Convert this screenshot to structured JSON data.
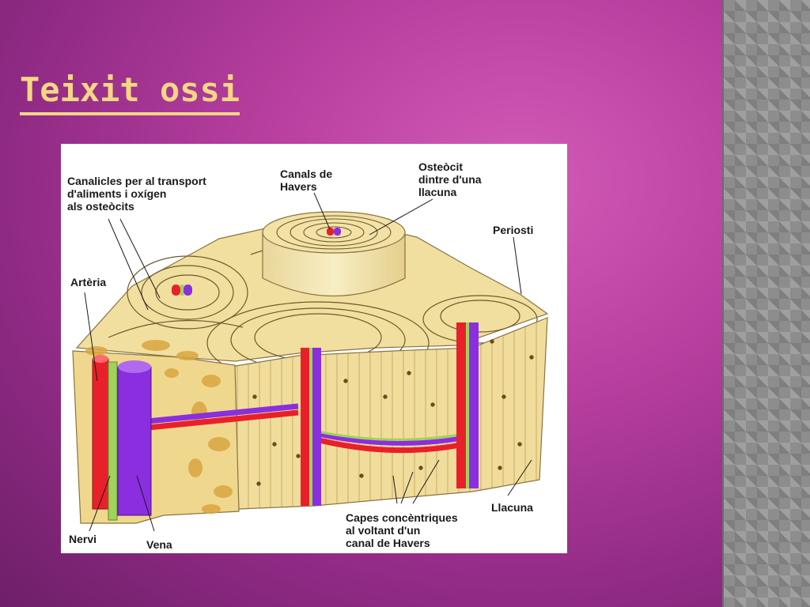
{
  "title": "Teixit ossi",
  "diagram": {
    "labels": {
      "canalicles": [
        "Canalicles per al transport",
        "d'aliments i oxígen",
        "als osteòcits"
      ],
      "canals_havers": [
        "Canals de",
        "Havers"
      ],
      "osteocit": [
        "Osteòcit",
        "dintre d'una",
        "llacuna"
      ],
      "periosti": [
        "Periosti"
      ],
      "arteria": [
        "Artèria"
      ],
      "llacuna": [
        "Llacuna"
      ],
      "capes": [
        "Capes concèntriques",
        "al voltant d'un",
        "canal de Havers"
      ],
      "nervi": [
        "Nervi"
      ],
      "vena": [
        "Vena"
      ]
    }
  }
}
